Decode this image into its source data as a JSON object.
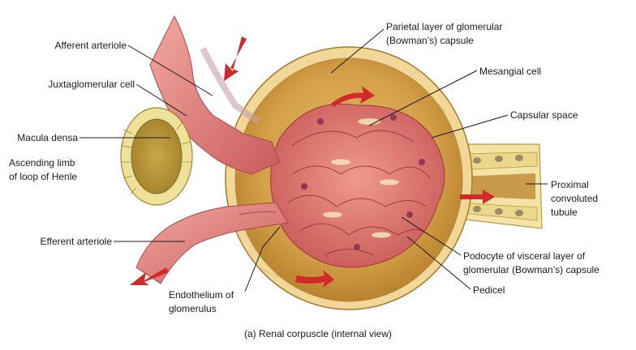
{
  "figure": {
    "caption": "(a) Renal corpuscle (internal view)",
    "labels": {
      "afferent_arteriole": "Afferent arteriole",
      "juxtaglomerular_cell": "Juxtaglomerular cell",
      "macula_densa": "Macula densa",
      "ascending_limb_1": "Ascending limb",
      "ascending_limb_2": "of loop of Henle",
      "efferent_arteriole": "Efferent arteriole",
      "endothelium_1": "Endothelium of",
      "endothelium_2": "glomerulus",
      "parietal_1": "Parietal layer of glomerular",
      "parietal_2": "(Bowman’s) capsule",
      "mesangial_cell": "Mesangial cell",
      "capsular_space": "Capsular space",
      "proximal_1": "Proximal",
      "proximal_2": "convoluted",
      "proximal_3": "tubule",
      "podocyte_1": "Podocyte of visceral layer of",
      "podocyte_2": "glomerular (Bowman’s) capsule",
      "pedicel": "Pedicel"
    },
    "colors": {
      "capsule_fill": "#d9a84a",
      "capsule_rim": "#f0d493",
      "vessel": "#e07a7a",
      "vessel_dark": "#b9484a",
      "tubule": "#e8d98a",
      "arrow": "#d02a2a"
    }
  }
}
